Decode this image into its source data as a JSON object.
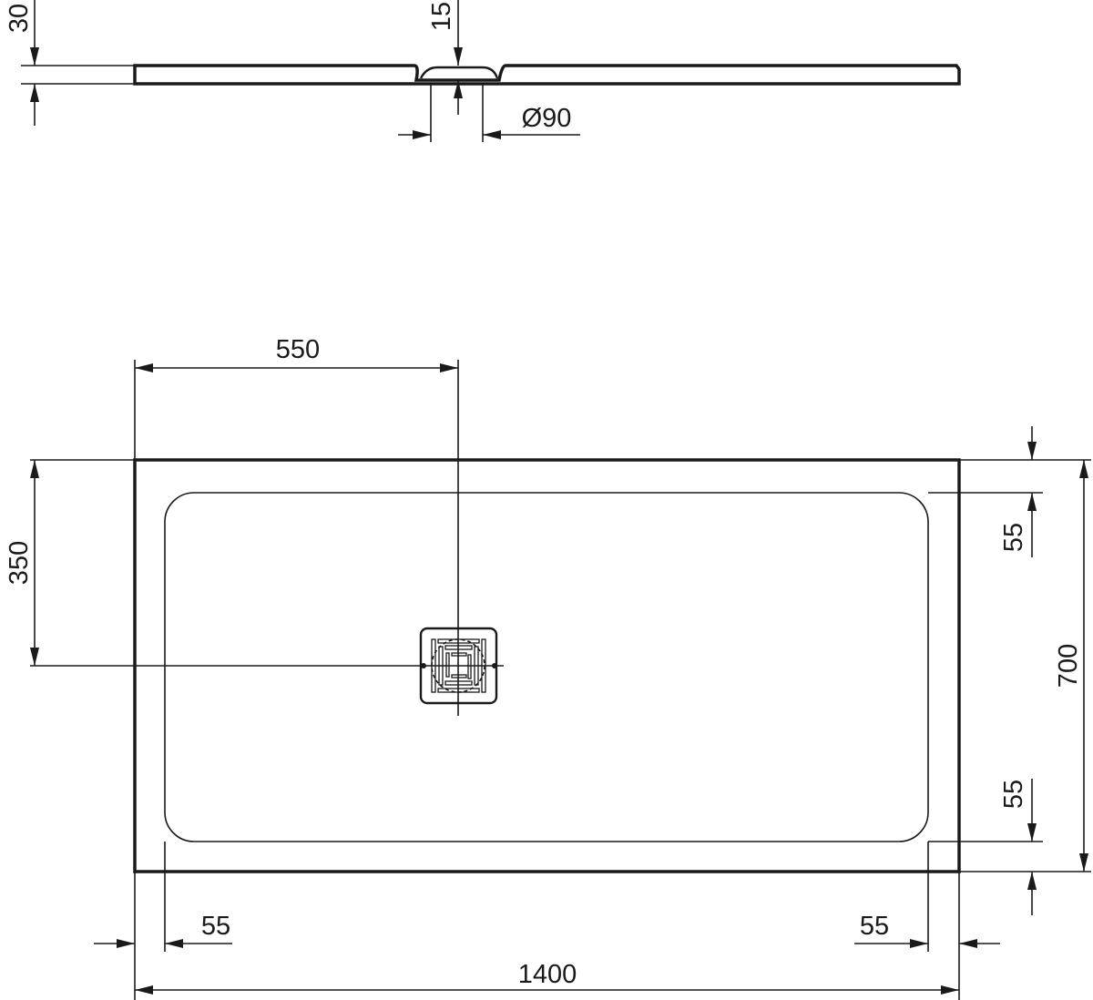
{
  "side_view": {
    "dims": {
      "height_total": "30",
      "drain_depth": "15",
      "drain_diameter": "Ø90"
    }
  },
  "plan_view": {
    "dims": {
      "drain_offset_x": "550",
      "drain_offset_y": "350",
      "width": "1400",
      "depth": "700",
      "rim_top": "55",
      "rim_bottom": "55",
      "rim_left": "55",
      "rim_right": "55"
    }
  },
  "colors": {
    "line": "#1a1a1a",
    "background": "#ffffff"
  }
}
